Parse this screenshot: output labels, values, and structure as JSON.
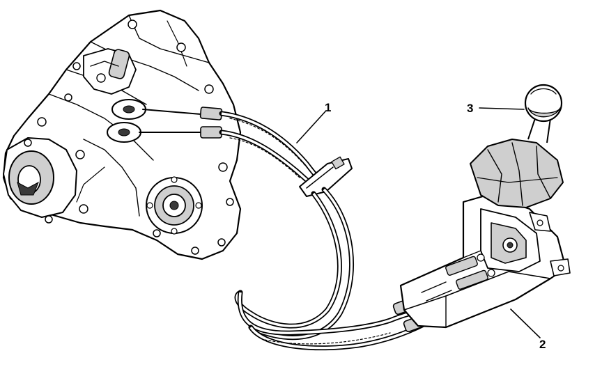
{
  "diagram": {
    "callouts": [
      {
        "id": "1",
        "label": "1"
      },
      {
        "id": "2",
        "label": "2"
      },
      {
        "id": "3",
        "label": "3"
      }
    ],
    "colors": {
      "ink": "#000000",
      "background": "#ffffff",
      "shade": "#cfcfcf"
    }
  }
}
